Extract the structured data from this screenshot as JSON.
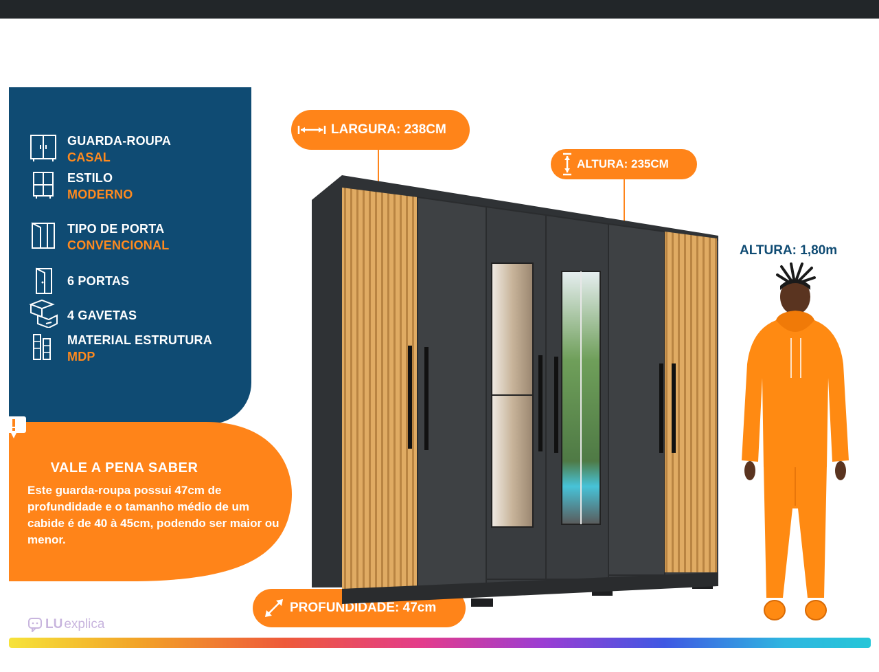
{
  "features": [
    {
      "label": "GUARDA-ROUPA",
      "value": "CASAL",
      "icon": "wardrobe-icon"
    },
    {
      "label": "ESTILO",
      "value": "MODERNO",
      "icon": "cabinet-icon"
    },
    {
      "label": "TIPO DE PORTA",
      "value": "CONVENCIONAL",
      "icon": "door-type-icon"
    },
    {
      "label": "6  PORTAS",
      "value": "",
      "icon": "door-icon"
    },
    {
      "label": "4 GAVETAS",
      "value": "",
      "icon": "drawers-icon"
    },
    {
      "label": "MATERIAL ESTRUTURA",
      "value": "MDP",
      "icon": "material-icon"
    }
  ],
  "callout": {
    "title": "VALE A PENA SABER",
    "body": "Este guarda-roupa possui 47cm de profundidade e o tamanho médio de um cabide é de 40 à 45cm, podendo ser maior ou menor.",
    "icon": "alert-icon"
  },
  "dimensions": {
    "width": "LARGURA: 238CM",
    "height": "ALTURA: 235CM",
    "depth": "PROFUNDIDADE: 47cm"
  },
  "person": {
    "label": "ALTURA: 1,80m"
  },
  "logo": {
    "prefix": "LU",
    "suffix": "explica",
    "icon": "chat-bubble-icon"
  },
  "colors": {
    "navy": "#0f4b73",
    "orange": "#ff8419",
    "wood": "#d9a25a",
    "graphite": "#3c3f42"
  }
}
